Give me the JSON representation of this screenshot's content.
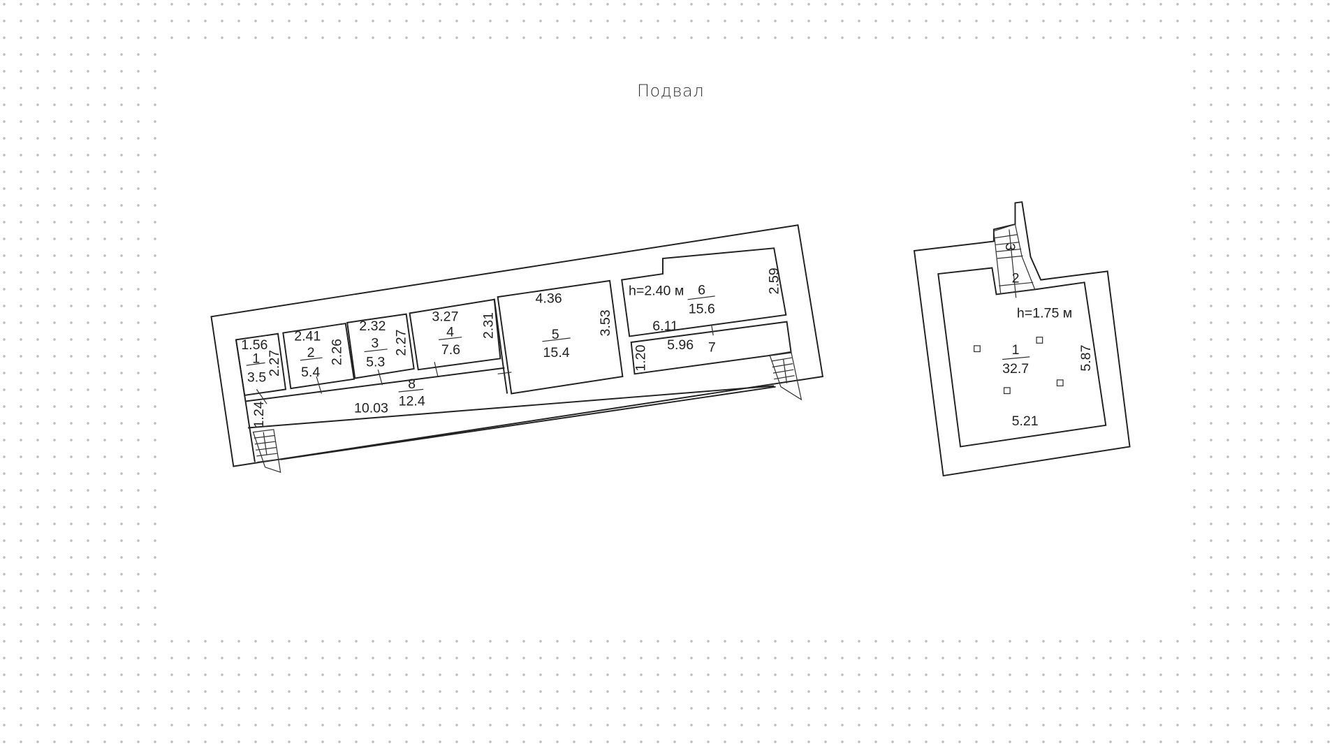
{
  "title": "Подвал",
  "main_building": {
    "ceiling_height": "h=2.40 м",
    "rooms": [
      {
        "number": "1",
        "area": "3.5",
        "width": "1.56",
        "depth": "2.27"
      },
      {
        "number": "2",
        "area": "5.4",
        "width": "2.41",
        "depth": "2.26"
      },
      {
        "number": "3",
        "area": "5.3",
        "width": "2.32",
        "depth": "2.27"
      },
      {
        "number": "4",
        "area": "7.6",
        "width": "3.27",
        "depth": "2.31"
      },
      {
        "number": "5",
        "area": "15.4",
        "width": "4.36",
        "depth": "3.53"
      },
      {
        "number": "6",
        "area": "15.6",
        "width": "6.11",
        "depth": "2.59"
      },
      {
        "number": "7",
        "width": "5.96",
        "depth": "1.20"
      },
      {
        "number": "8",
        "area": "12.4",
        "width": "10.03",
        "depth": "1.24"
      }
    ]
  },
  "annex": {
    "ceiling_height": "h=1.75 м",
    "room": {
      "number": "1",
      "area": "32.7",
      "width": "5.21",
      "depth": "5.87"
    },
    "stair_labels": [
      "2",
      "3"
    ]
  }
}
